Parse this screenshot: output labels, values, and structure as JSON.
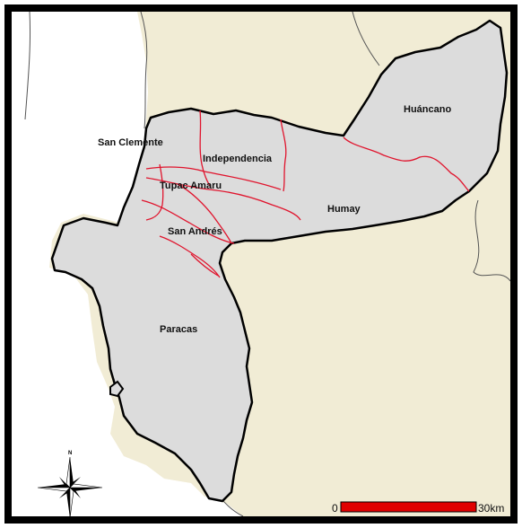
{
  "map": {
    "districts": [
      {
        "id": "huancano",
        "label": "Huáncano"
      },
      {
        "id": "san-clemente",
        "label": "San Clemente"
      },
      {
        "id": "independencia",
        "label": "Independencia"
      },
      {
        "id": "tupac-amaru",
        "label": "Tupac Amaru"
      },
      {
        "id": "humay",
        "label": "Humay"
      },
      {
        "id": "san-andres",
        "label": "San Andrés"
      },
      {
        "id": "paracas",
        "label": "Paracas"
      }
    ],
    "north_label": "N",
    "scale_bar": {
      "start_label": "0",
      "end_label": "30km"
    },
    "colors": {
      "land": "#f1ecd5",
      "sea": "#ffffff",
      "region_fill": "#dcdcdc",
      "region_border": "#000000",
      "district_border": "#e0142d",
      "scale_bar": "#e00000",
      "province_line": "#555555"
    },
    "icons": {
      "north_arrow": "compass-rose-icon",
      "coast_marker": "circle-marker-icon"
    }
  }
}
